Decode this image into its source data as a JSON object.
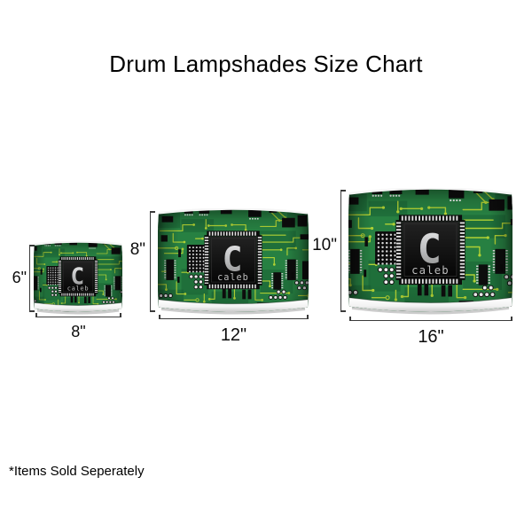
{
  "title": "Drum Lampshades Size Chart",
  "footnote": "*Items Sold Seperately",
  "pattern": {
    "style": "circuit-board",
    "monogram": "C",
    "label": "caleb"
  },
  "sizes": [
    {
      "id": "small",
      "height_label": "6\"",
      "width_label": "8\""
    },
    {
      "id": "medium",
      "height_label": "8\"",
      "width_label": "12\""
    },
    {
      "id": "large",
      "height_label": "10\"",
      "width_label": "16\""
    }
  ],
  "colors": {
    "board_green": "#278042",
    "board_green_dark": "#175c30",
    "trace_green": "#b0d034",
    "chip_black": "#0d0d0d",
    "monogram_silver": "#c6c7c9",
    "label_silver": "#bdbdbd",
    "dot_white": "#f2f2f2",
    "rim_white": "#f6f6f6",
    "dimension_line": "#3a3a3a"
  }
}
